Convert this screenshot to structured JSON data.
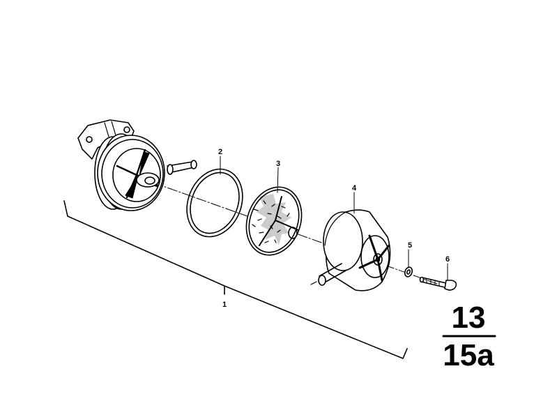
{
  "diagram": {
    "type": "exploded-parts-diagram",
    "callouts": [
      {
        "id": "1",
        "label": "1"
      },
      {
        "id": "2",
        "label": "2"
      },
      {
        "id": "3",
        "label": "3"
      },
      {
        "id": "4",
        "label": "4"
      },
      {
        "id": "5",
        "label": "5"
      },
      {
        "id": "6",
        "label": "6"
      }
    ],
    "group_reference": {
      "top": "13",
      "bottom": "15a"
    }
  }
}
